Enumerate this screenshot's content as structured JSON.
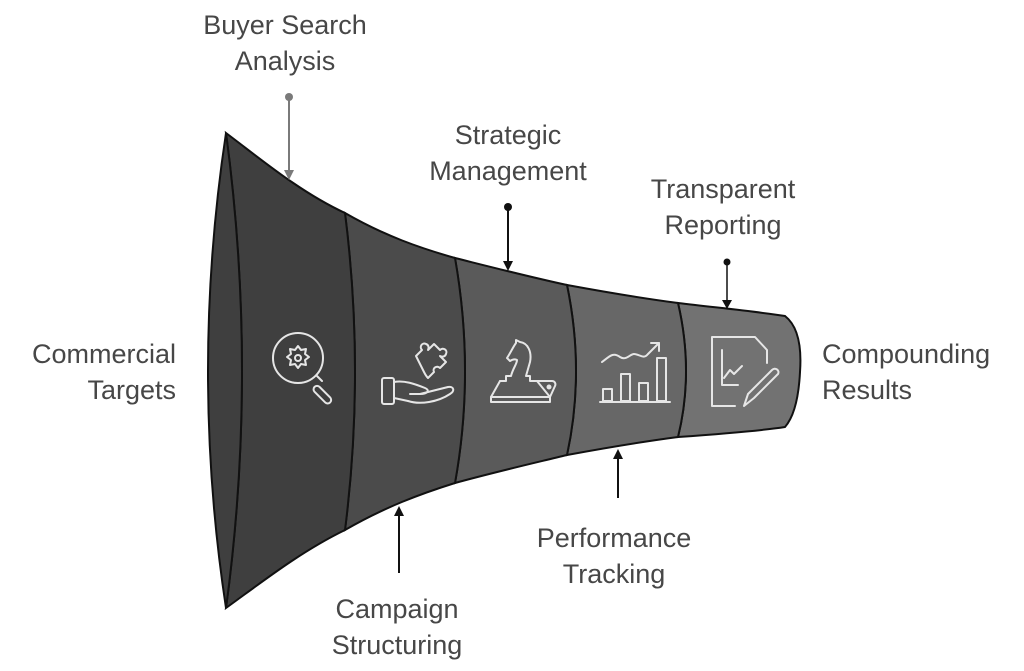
{
  "diagram": {
    "type": "funnel",
    "orientation": "horizontal-wide-to-narrow",
    "start_label": [
      "Commercial",
      "Targets"
    ],
    "end_label": [
      "Compounding",
      "Results"
    ],
    "stages": [
      {
        "label": [
          "Buyer Search",
          "Analysis"
        ],
        "icon": "gear-search-icon",
        "callout": "top",
        "color": "#3f3f3f",
        "callout_color": "#7a7a7a"
      },
      {
        "label": [
          "Campaign",
          "Structuring"
        ],
        "icon": "hand-puzzle-icon",
        "callout": "bottom",
        "color": "#4b4b4b",
        "callout_color": "#111111"
      },
      {
        "label": [
          "Strategic",
          "Management"
        ],
        "icon": "chess-knight-icon",
        "callout": "top",
        "color": "#5a5a5a",
        "callout_color": "#111111"
      },
      {
        "label": [
          "Performance",
          "Tracking"
        ],
        "icon": "growth-chart-icon",
        "callout": "bottom",
        "color": "#676767",
        "callout_color": "#111111"
      },
      {
        "label": [
          "Transparent",
          "Reporting"
        ],
        "icon": "report-edit-icon",
        "callout": "top",
        "color": "#727272",
        "callout_color": "#111111"
      }
    ],
    "colors": {
      "outline": "#111111",
      "icon_stroke": "#e6e6e6",
      "text": "#474747",
      "background": "#ffffff"
    }
  }
}
